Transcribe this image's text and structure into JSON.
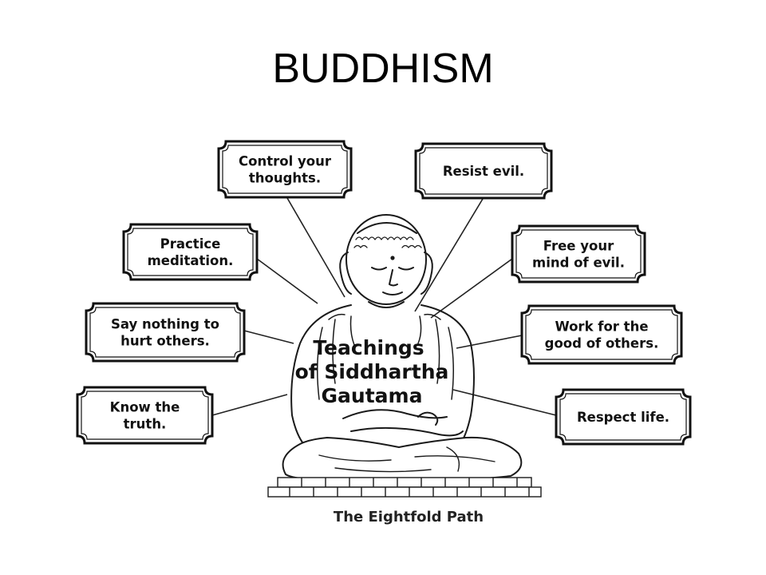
{
  "slide": {
    "title": "BUDDHISM"
  },
  "diagram": {
    "center_lines": [
      "Teachings",
      "of Siddhartha",
      "Gautama"
    ],
    "caption": "The Eightfold Path",
    "teachings": [
      {
        "id": "control-thoughts",
        "lines": [
          "Control your",
          "thoughts."
        ]
      },
      {
        "id": "resist-evil",
        "lines": [
          "Resist evil."
        ]
      },
      {
        "id": "practice-meditation",
        "lines": [
          "Practice",
          "meditation."
        ]
      },
      {
        "id": "free-mind",
        "lines": [
          "Free your",
          "mind of evil."
        ]
      },
      {
        "id": "say-nothing",
        "lines": [
          "Say nothing to",
          "hurt others."
        ]
      },
      {
        "id": "work-for-good",
        "lines": [
          "Work for the",
          "good of others."
        ]
      },
      {
        "id": "know-truth",
        "lines": [
          "Know the",
          "truth."
        ]
      },
      {
        "id": "respect-life",
        "lines": [
          "Respect life."
        ]
      }
    ]
  }
}
